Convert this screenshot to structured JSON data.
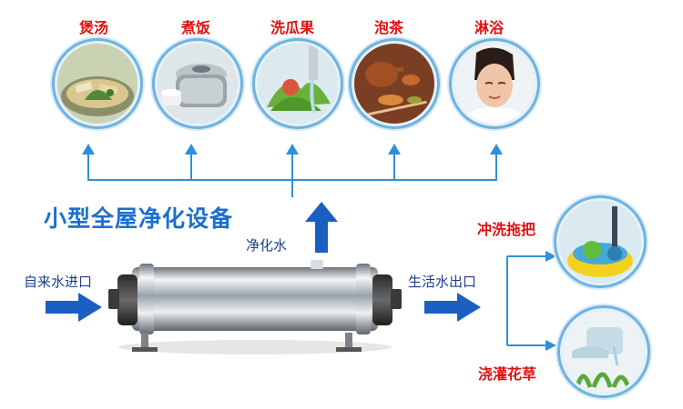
{
  "uses": [
    {
      "id": "stew",
      "label": "煲汤",
      "icon": "soup-bowl-photo"
    },
    {
      "id": "rice",
      "label": "煮饭",
      "icon": "rice-cooker-photo"
    },
    {
      "id": "wash",
      "label": "洗瓜果",
      "icon": "washing-vegetables-photo"
    },
    {
      "id": "tea",
      "label": "泡茶",
      "icon": "tea-set-photo"
    },
    {
      "id": "bath",
      "label": "淋浴",
      "icon": "face-washing-photo"
    }
  ],
  "title": "小型全屋净化设备",
  "purified_label": "净化水",
  "inlet_label": "自来水进口",
  "outlet_label": "生活水出口",
  "domestic_uses": [
    {
      "id": "mop",
      "label": "冲洗拖把",
      "icon": "mop-bucket-photo"
    },
    {
      "id": "water",
      "label": "浇灌花草",
      "icon": "watering-plants-photo"
    }
  ],
  "colors": {
    "arrow": "#1b5fc2",
    "line": "#2f8fd8",
    "title": "#1a6fd0",
    "use_label": "#e01010",
    "flow_label": "#1e3f8a"
  }
}
